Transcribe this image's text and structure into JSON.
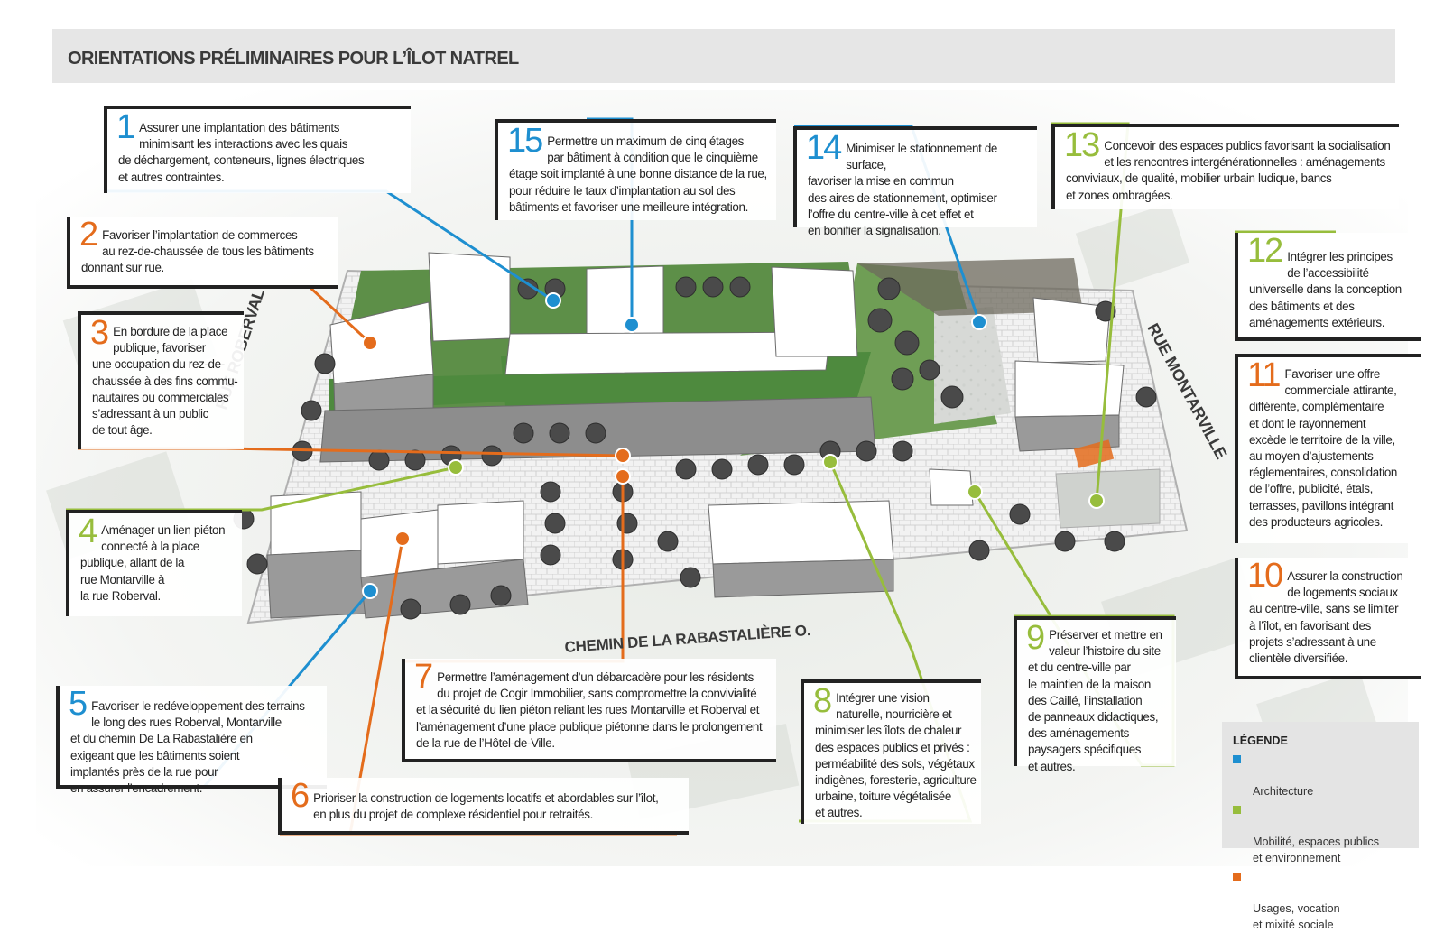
{
  "title": "ORIENTATIONS PRÉLIMINAIRES POUR L’ÎLOT NATREL",
  "colors": {
    "architecture": "#1e8fd0",
    "mobilite": "#97bd3c",
    "usages": "#e46c1c",
    "roof": "#4e8a3e",
    "header": "#e6e6e6"
  },
  "streets": {
    "roberval": "RUE ROBERVAL",
    "montarville": "RUE MONTARVILLE",
    "rabastaliere": "CHEMIN DE LA RABASTALIÈRE O."
  },
  "callouts": [
    {
      "id": "1",
      "category": "architecture",
      "text": "Assurer une implantation des bâtiments\nminimisant les interactions avec les quais\nde déchargement, conteneurs, lignes électriques\net autres contraintes."
    },
    {
      "id": "2",
      "category": "usages",
      "text": "Favoriser l’implantation de commerces\nau rez-de-chaussée de tous les bâtiments\ndonnant sur rue."
    },
    {
      "id": "3",
      "category": "usages",
      "text": "En bordure de la place\npublique, favoriser\nune occupation du rez-de-\nchaussée à des fins commu-\nnautaires ou commerciales\ns’adressant à un public\nde tout âge."
    },
    {
      "id": "4",
      "category": "mobilite",
      "text": "Aménager un lien piéton\nconnecté à la place\npublique, allant de la\nrue Montarville à\nla rue Roberval."
    },
    {
      "id": "5",
      "category": "architecture",
      "text": "Favoriser le redéveloppement des terrains\nle long des rues Roberval, Montarville\net du chemin De La Rabastalière en\nexigeant que les bâtiments soient\nimplantés près de la rue pour\nen assurer l’encadrement."
    },
    {
      "id": "6",
      "category": "usages",
      "text": "Prioriser la construction de logements locatifs et abordables sur l’îlot,\nen plus du projet de complexe résidentiel pour retraités."
    },
    {
      "id": "7",
      "category": "usages",
      "text": "Permettre l’aménagement d’un débarcadère pour les résidents\ndu projet de Cogir Immobilier, sans compromettre la convivialité\net la sécurité du lien piéton reliant les rues Montarville et Roberval et\nl’aménagement d’une place publique piétonne dans le prolongement\nde la rue de l’Hôtel-de-Ville."
    },
    {
      "id": "8",
      "category": "mobilite",
      "text": "Intégrer une vision\nnaturelle, nourricière et\nminimiser les îlots de chaleur\ndes espaces publics et privés :\nperméabilité des sols, végétaux\nindigènes, foresterie, agriculture\nurbaine, toiture végétalisée\net autres."
    },
    {
      "id": "9",
      "category": "mobilite",
      "text": "Préserver et mettre en\nvaleur l’histoire du site\net du centre-ville par\nle maintien de la maison\ndes Caillé, l’installation\nde panneaux didactiques,\ndes aménagements\npaysagers spécifiques\net autres."
    },
    {
      "id": "10",
      "category": "usages",
      "text": "Assurer la construction\nde logements sociaux\nau centre-ville, sans se limiter\nà l’îlot, en favorisant des\nprojets s’adressant à une\nclientèle diversifiée."
    },
    {
      "id": "11",
      "category": "usages",
      "text": "Favoriser une offre\ncommerciale attirante,\ndifférente, complémentaire\net dont le rayonnement\nexcède le territoire de la ville,\nau moyen d’ajustements\nréglementaires, consolidation\nde l’offre, publicité, étals,\nterrasses, pavillons intégrant\ndes producteurs agricoles."
    },
    {
      "id": "12",
      "category": "mobilite",
      "text": "Intégrer les principes\nde l’accessibilité\nuniverselle dans la conception\ndes bâtiments et des\naménagements extérieurs."
    },
    {
      "id": "13",
      "category": "mobilite",
      "text": "Concevoir des espaces publics favorisant la socialisation\net les rencontres intergénérationnelles : aménagements\nconviviaux, de qualité, mobilier urbain ludique, bancs\net zones ombragées."
    },
    {
      "id": "14",
      "category": "architecture",
      "text": "Minimiser le stationnement de surface,\nfavoriser la mise en commun\ndes aires de stationnement, optimiser\nl’offre du centre-ville à cet effet et\nen bonifier la signalisation."
    },
    {
      "id": "15",
      "category": "architecture",
      "text": "Permettre un maximum de cinq étages\npar bâtiment à condition que le cinquième\nétage soit implanté à une bonne distance de la rue,\npour réduire le taux d’implantation au sol des\nbâtiments et favoriser une meilleure intégration."
    }
  ],
  "legend": {
    "title": "LÉGENDE",
    "items": [
      {
        "label": "Architecture",
        "color": "#1e8fd0"
      },
      {
        "label": "Mobilité, espaces publics\net environnement",
        "color": "#97bd3c"
      },
      {
        "label": "Usages, vocation\net mixité sociale",
        "color": "#e46c1c"
      }
    ]
  }
}
